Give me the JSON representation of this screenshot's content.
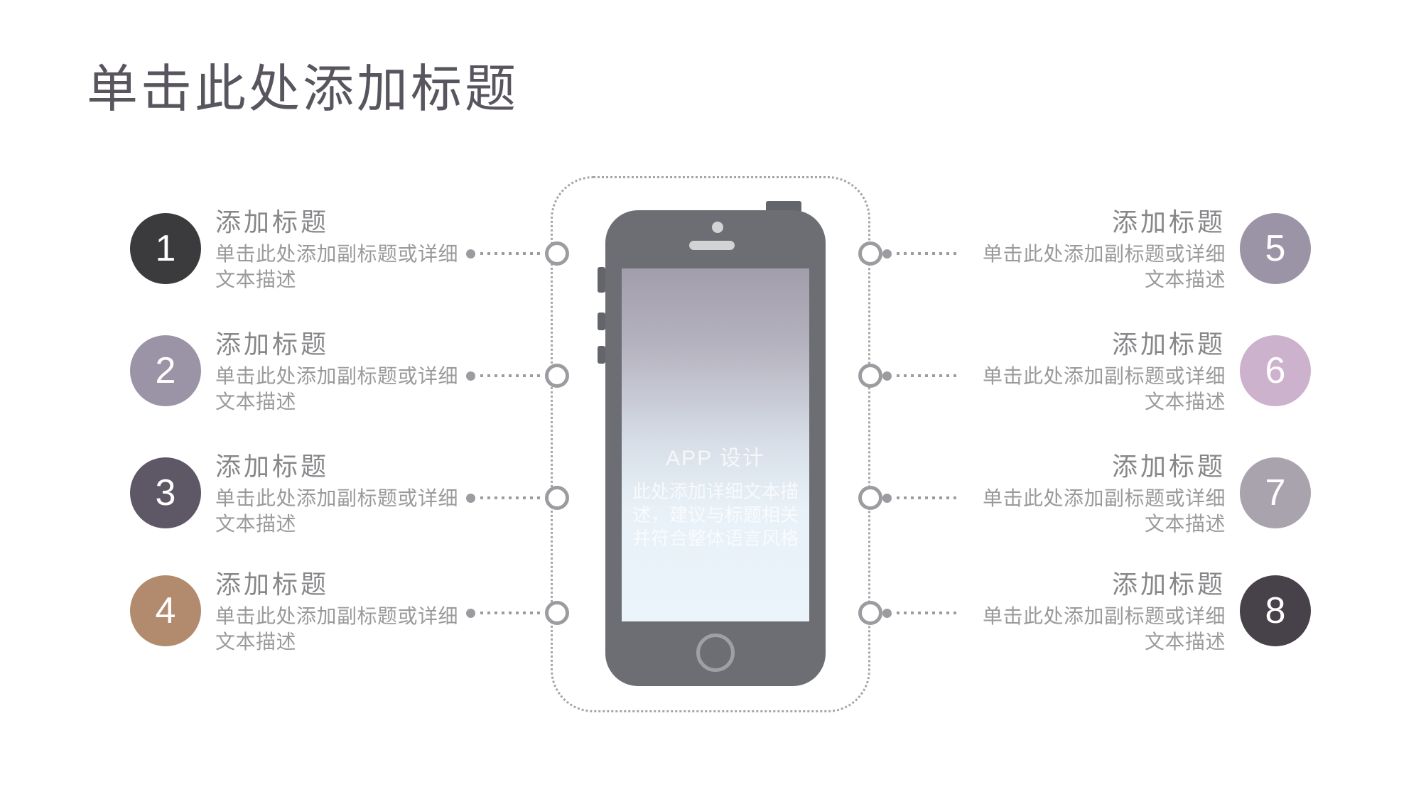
{
  "title": "单击此处添加标题",
  "items": {
    "left": [
      {
        "number": "1",
        "heading": "添加标题",
        "desc": "单击此处添加副标题或详细文本描述",
        "color": "#3b3b3d"
      },
      {
        "number": "2",
        "heading": "添加标题",
        "desc": "单击此处添加副标题或详细文本描述",
        "color": "#9b94a6"
      },
      {
        "number": "3",
        "heading": "添加标题",
        "desc": "单击此处添加副标题或详细文本描述",
        "color": "#5d5766"
      },
      {
        "number": "4",
        "heading": "添加标题",
        "desc": "单击此处添加副标题或详细文本描述",
        "color": "#b28a6e"
      }
    ],
    "right": [
      {
        "number": "5",
        "heading": "添加标题",
        "desc": "单击此处添加副标题或详细文本描述",
        "color": "#9b94a6"
      },
      {
        "number": "6",
        "heading": "添加标题",
        "desc": "单击此处添加副标题或详细文本描述",
        "color": "#cdb2cd"
      },
      {
        "number": "7",
        "heading": "添加标题",
        "desc": "单击此处添加副标题或详细文本描述",
        "color": "#a8a3ad"
      },
      {
        "number": "8",
        "heading": "添加标题",
        "desc": "单击此处添加副标题或详细文本描述",
        "color": "#474249"
      }
    ]
  },
  "phone": {
    "screen_title": "APP  设计",
    "screen_desc": "此处添加详细文本描述，建议与标题相关并符合整体语言风格"
  },
  "colors": {
    "title_text": "#59555f",
    "heading_text": "#87878a",
    "desc_text": "#9a9a9c",
    "phone_body": "#6c6e73",
    "frame_dotted": "#a5a6a9",
    "connector": "#9b9c9f"
  }
}
